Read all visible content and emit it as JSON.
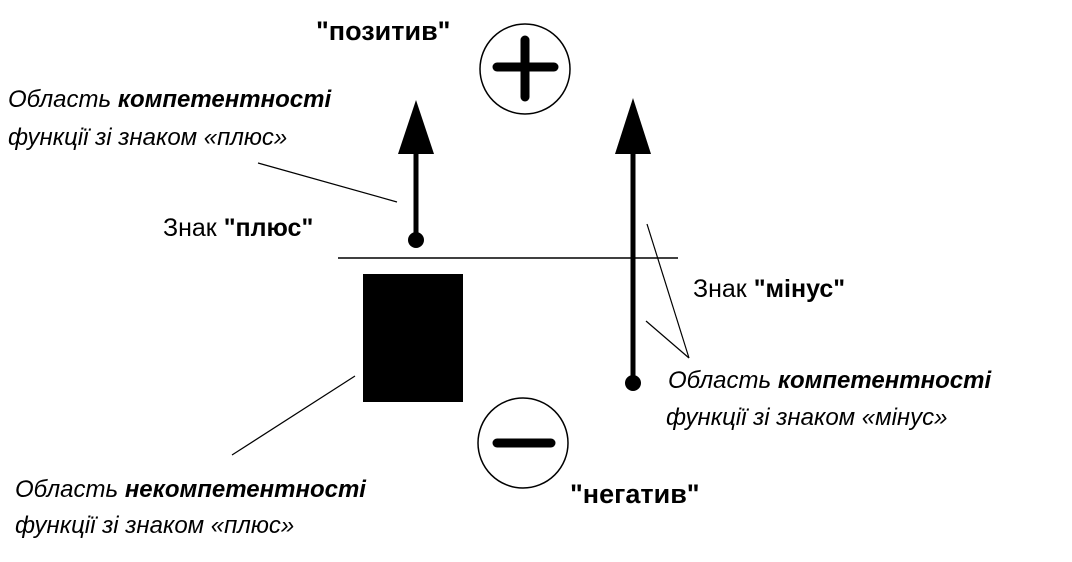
{
  "positive": {
    "label": "\"позитив\"",
    "icon": "plus-icon"
  },
  "negative": {
    "label": "\"негатив\"",
    "icon": "minus-icon"
  },
  "plus_sign": {
    "prefix": "Знак ",
    "bold": "\"плюс\""
  },
  "minus_sign": {
    "prefix": "Знак ",
    "bold": "\"мінус\""
  },
  "competence_plus": {
    "line1_a": "Область ",
    "line1_b": "компетентності",
    "line2": "функції зі знаком «плюс»"
  },
  "competence_minus": {
    "line1_a": "Область ",
    "line1_b": "компетентності",
    "line2": "функції зі знаком «мінус»"
  },
  "incompetence_plus": {
    "line1_a": "Область ",
    "line1_b": "некомпетентності",
    "line2": "функції зі знаком «плюс»"
  },
  "colors": {
    "ink": "#000000",
    "background": "#ffffff"
  }
}
